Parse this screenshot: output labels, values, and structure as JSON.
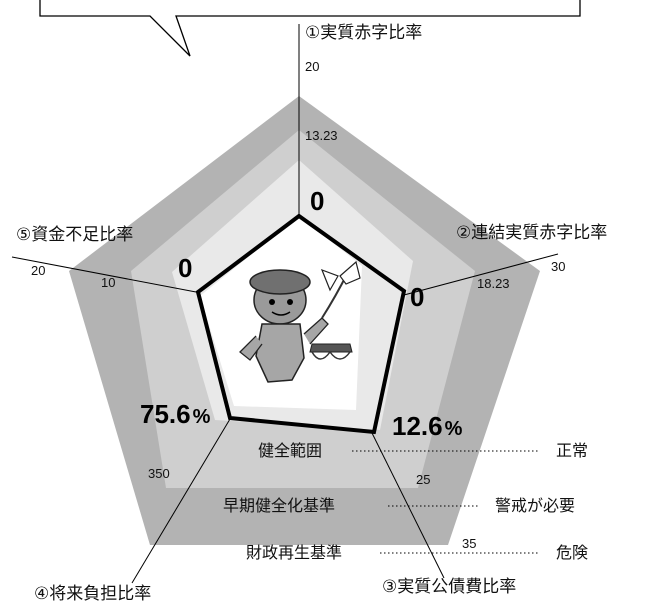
{
  "chart_data": {
    "type": "radar",
    "axes": [
      {
        "label": "①実質赤字比率",
        "ticks": [
          "20",
          "13.23"
        ],
        "value_label": "0",
        "value": 0
      },
      {
        "label": "②連結実質赤字比率",
        "ticks": [
          "30",
          "18.23"
        ],
        "value_label": "0",
        "value": 0
      },
      {
        "label": "③実質公債費比率",
        "ticks": [
          "35",
          "25"
        ],
        "value_label": "12.6",
        "value_unit": "%",
        "value": 12.6
      },
      {
        "label": "④将来負担比率",
        "ticks": [
          "350"
        ],
        "value_label": "75.6",
        "value_unit": "%",
        "value": 75.6
      },
      {
        "label": "⑤資金不足比率",
        "ticks": [
          "20",
          "10"
        ],
        "value_label": "0",
        "value": 0
      }
    ],
    "zones": [
      {
        "name": "財政再生基準",
        "status": "危険",
        "color": "#b3b3b3"
      },
      {
        "name": "早期健全化基準",
        "status": "警戒が必要",
        "color": "#cfcfcf"
      },
      {
        "name": "健全範囲",
        "status": "正常",
        "color": "#e9e9e9"
      }
    ],
    "series_color": "#000000"
  }
}
